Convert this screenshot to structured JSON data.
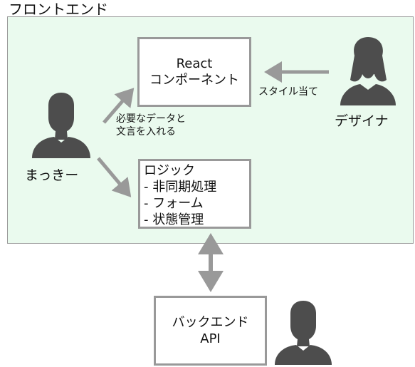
{
  "frontend": {
    "title": "フロントエンド"
  },
  "nodes": {
    "react": {
      "line1": "React",
      "line2": "コンポーネント"
    },
    "logic": {
      "title": "ロジック",
      "items": [
        "- 非同期処理",
        "- フォーム",
        "- 状態管理"
      ]
    },
    "backend": {
      "line1": "バックエンド",
      "line2": "API"
    }
  },
  "people": {
    "makki": "まっきー",
    "designer": "デザイナ"
  },
  "edges": {
    "makki_to_react": [
      "必要なデータと",
      "文言を入れる"
    ],
    "designer_to_react": "スタイル当て"
  },
  "colors": {
    "frontend_bg": "#eafaee",
    "arrow": "#999999",
    "person": "#4d4d4d"
  },
  "icons": {
    "person": "person-silhouette-icon"
  }
}
